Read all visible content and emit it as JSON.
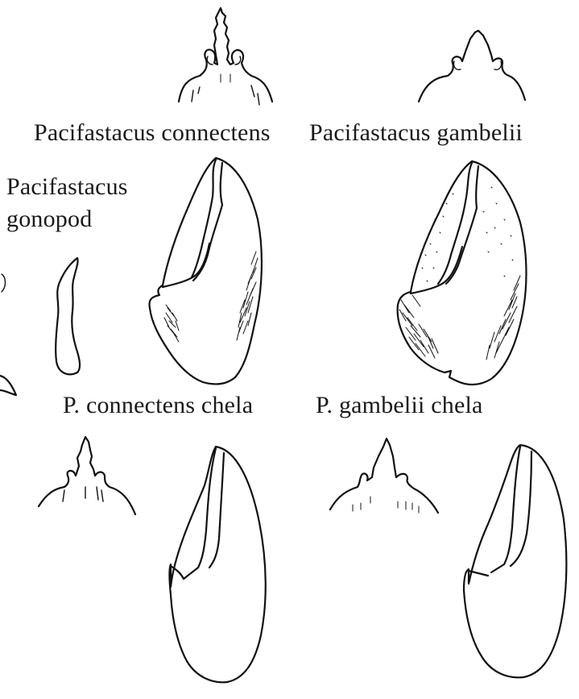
{
  "labels": {
    "connectens_rostrum": "Pacifastacus connectens",
    "gambelii_rostrum": "Pacifastacus  gambelii",
    "gonopod_line1": "Pacifastacus",
    "gonopod_line2": "gonopod",
    "connectens_chela": "P. connectens chela",
    "gambelii_chela": "P. gambelii chela"
  },
  "colors": {
    "ink": "#111111",
    "background": "#ffffff"
  }
}
